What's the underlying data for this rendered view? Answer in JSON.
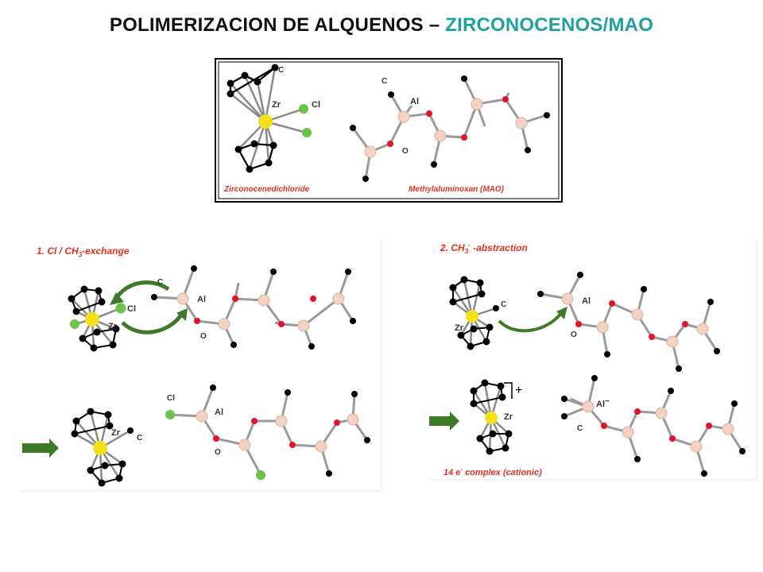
{
  "title": {
    "part1": "POLIMERIZACION DE ALQUENOS",
    "separator": "–",
    "part2": "ZIRCONOCENOS/MAO"
  },
  "colors": {
    "title_accent": "#1fa0a0",
    "zr_atom": "#f2e01a",
    "cl_atom": "#6cc24a",
    "al_atom": "#f4d2c2",
    "o_atom": "#e0142a",
    "c_atom": "#111111",
    "arrow": "#3d7a2a",
    "caption": "#e0321e"
  },
  "top_box": {
    "captions": {
      "left": "Zirconocenedichloride",
      "right": "Methylaluminoxan (MAO)"
    },
    "labels": {
      "zr": "Zr",
      "cl": "Cl",
      "c_left": "C",
      "c_right": "C",
      "al": "Al",
      "o": "O"
    }
  },
  "panel_left": {
    "caption": {
      "prefix": "1. Cl / CH",
      "sub": "3",
      "suffix": "-exchange"
    },
    "upper_labels": {
      "zr": "Zr",
      "cl": "Cl",
      "c": "C",
      "al": "Al",
      "o": "O"
    },
    "lower_labels": {
      "zr": "Zr",
      "c": "C",
      "cl": "Cl",
      "al": "Al",
      "o": "O"
    }
  },
  "panel_right": {
    "caption": {
      "prefix": "2. CH",
      "sub": "3",
      "sup": "-",
      "suffix": " -abstraction"
    },
    "upper_labels": {
      "zr": "Zr",
      "c": "C",
      "al": "Al",
      "o": "O"
    },
    "lower_labels": {
      "zr": "Zr",
      "al": "Al",
      "al_charge": "−",
      "c": "C",
      "charge": "+"
    },
    "bottom_caption": {
      "prefix": "14 e",
      "sup": "-",
      "suffix": " complex (cationic)"
    }
  }
}
